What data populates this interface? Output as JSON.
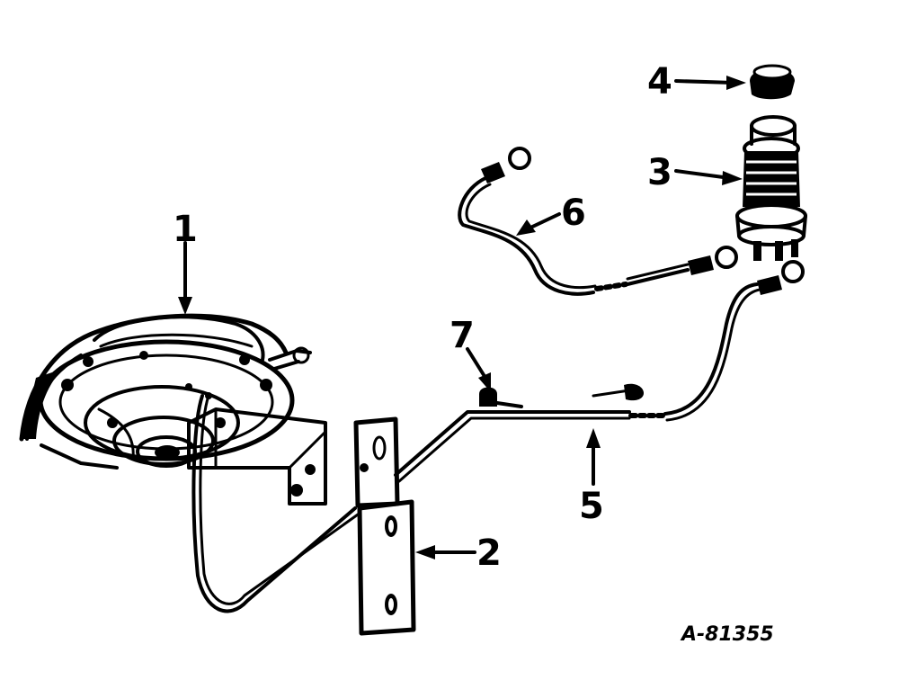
{
  "figure": {
    "callouts": {
      "1": "1",
      "2": "2",
      "3": "3",
      "4": "4",
      "5": "5",
      "6": "6",
      "7": "7"
    },
    "catalog_number": "A-81355"
  },
  "colors": {
    "ink": "#000000",
    "background": "#ffffff"
  }
}
